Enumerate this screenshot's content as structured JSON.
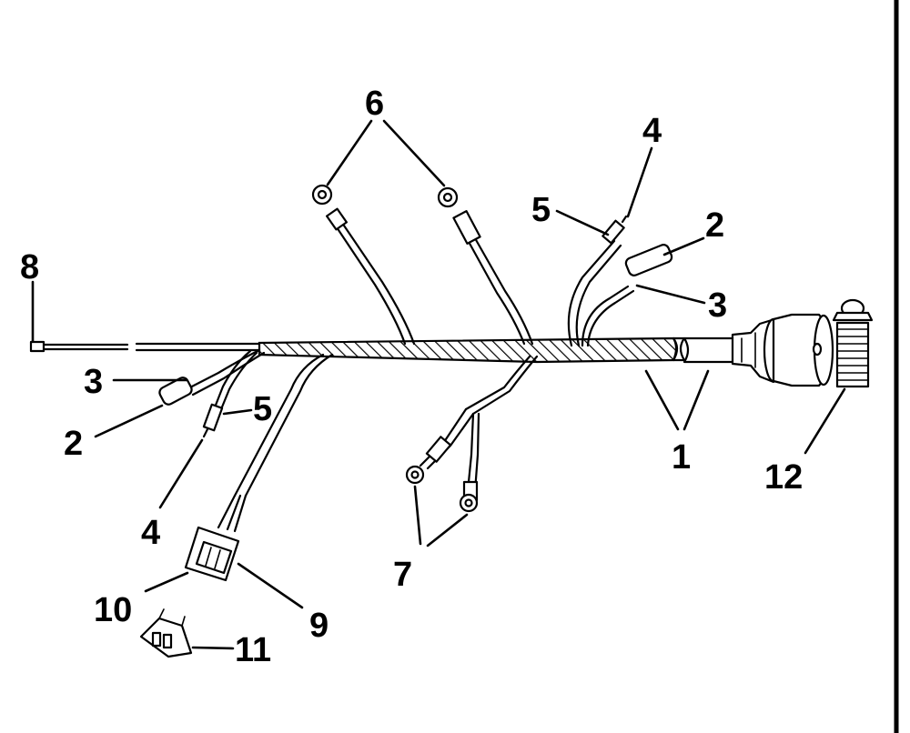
{
  "diagram": {
    "callouts": [
      {
        "id": "1",
        "text": "1"
      },
      {
        "id": "2a",
        "text": "2"
      },
      {
        "id": "2b",
        "text": "2"
      },
      {
        "id": "3a",
        "text": "3"
      },
      {
        "id": "3b",
        "text": "3"
      },
      {
        "id": "4a",
        "text": "4"
      },
      {
        "id": "4b",
        "text": "4"
      },
      {
        "id": "5a",
        "text": "5"
      },
      {
        "id": "5b",
        "text": "5"
      },
      {
        "id": "6",
        "text": "6"
      },
      {
        "id": "7",
        "text": "7"
      },
      {
        "id": "8",
        "text": "8"
      },
      {
        "id": "9",
        "text": "9"
      },
      {
        "id": "10",
        "text": "10"
      },
      {
        "id": "11",
        "text": "11"
      },
      {
        "id": "12",
        "text": "12"
      }
    ]
  }
}
